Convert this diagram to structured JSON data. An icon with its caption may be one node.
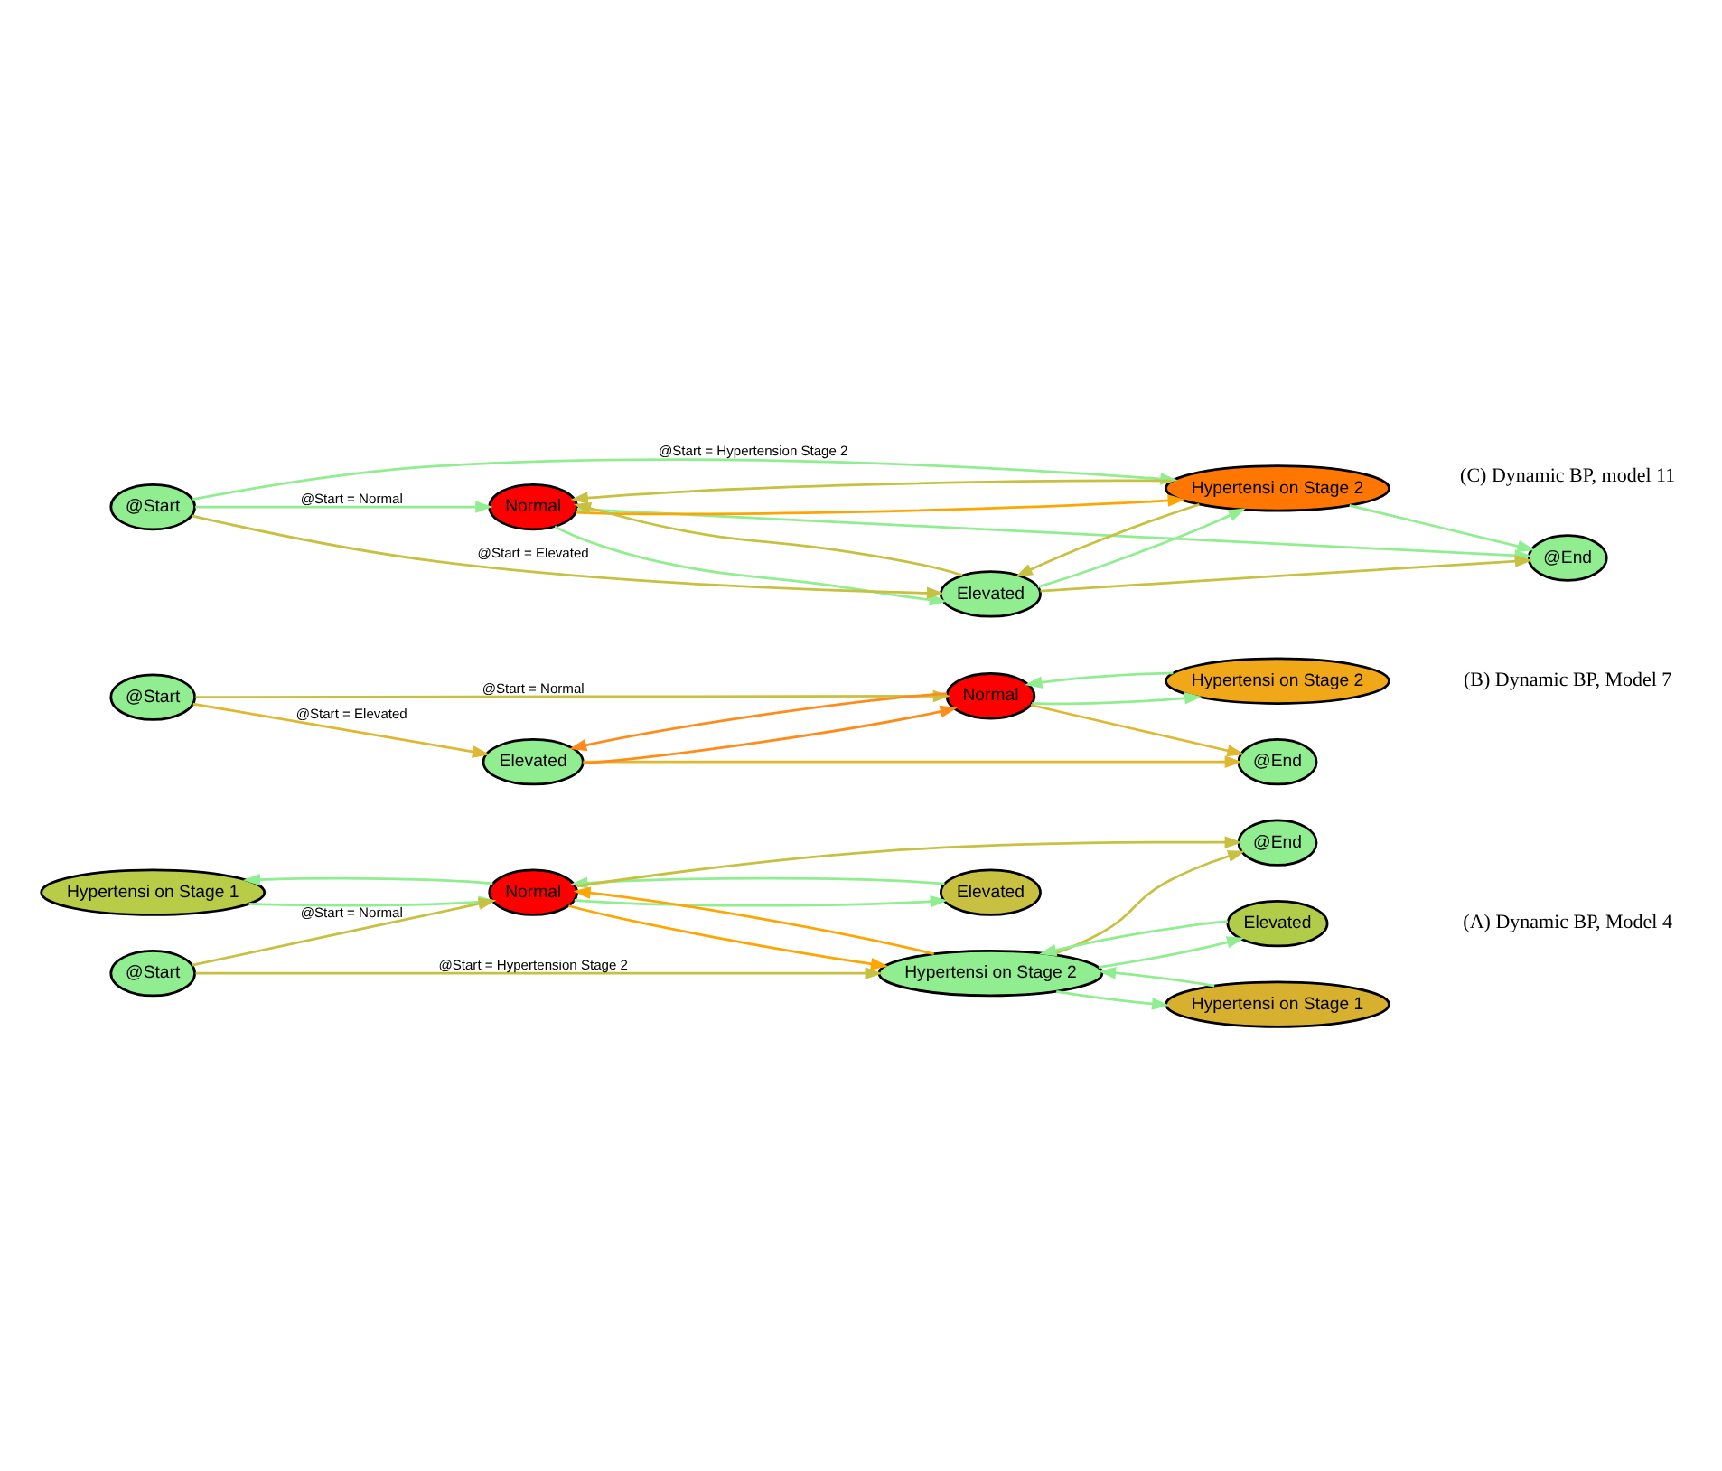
{
  "diagram": {
    "nodes": [
      {
        "text": [
          "Hypertensi on Stage 1"
        ]
      },
      {
        "text": [
          "Elevated"
        ]
      },
      {
        "text": [
          "Normal"
        ]
      },
      {
        "text": [
          "@Start"
        ]
      },
      {
        "text": [
          "@End"
        ]
      },
      {
        "text": [
          "Hypertensi on Stage 2"
        ]
      },
      {
        "text": [
          "Hypertensi on Stage 1"
        ]
      },
      {
        "text": [
          "Elevated"
        ]
      },
      {
        "text": [
          "Elevated"
        ]
      },
      {
        "text": [
          "@Start"
        ]
      },
      {
        "text": [
          "@End"
        ]
      },
      {
        "text": [
          "Normal"
        ]
      },
      {
        "text": [
          "Hypertensi on Stage 2"
        ]
      },
      {
        "text": [
          "Normal"
        ]
      },
      {
        "text": [
          "@Start"
        ]
      },
      {
        "text": [
          "Elevated"
        ]
      },
      {
        "text": [
          "@End"
        ]
      },
      {
        "text": [
          "Hypertensi on Stage 2"
        ]
      }
    ],
    "edges": [
      {
        "from": 0,
        "to": 2,
        "arrow": "to"
      },
      {
        "from": 2,
        "to": 0,
        "arrow": "to"
      },
      {
        "from": 2,
        "to": 1,
        "arrow": "to"
      },
      {
        "from": 1,
        "to": 2,
        "arrow": "to"
      },
      {
        "from": 3,
        "to": 2,
        "arrow": "to",
        "label": "@Start = Normal",
        "color": "#c8c040"
      },
      {
        "from": 3,
        "to": 5,
        "arrow": "to",
        "label": "@Start = Hypertension Stage 2",
        "color": "#c8c040"
      },
      {
        "from": 2,
        "to": 5,
        "arrow": "to",
        "color": "#ffa500"
      },
      {
        "from": 5,
        "to": 2,
        "arrow": "to",
        "color": "#ffa500"
      },
      {
        "from": 2,
        "to": 4,
        "arrow": "to",
        "color": "#c8c040"
      },
      {
        "from": 5,
        "to": 4,
        "arrow": "to",
        "color": "#c8c040"
      },
      {
        "from": 5,
        "to": 6,
        "arrow": "to"
      },
      {
        "from": 6,
        "to": 5,
        "arrow": "to"
      },
      {
        "from": 5,
        "to": 7,
        "arrow": "to"
      },
      {
        "from": 7,
        "to": 5,
        "arrow": "to"
      },
      {
        "from": 9,
        "to": 8,
        "arrow": "to",
        "label": "@Start = Elevated",
        "color": "#e0b830"
      },
      {
        "from": 9,
        "to": 11,
        "arrow": "to",
        "label": "@Start = Normal",
        "color": "#c8c040"
      },
      {
        "from": 8,
        "to": 10,
        "arrow": "to",
        "color": "#e0b830"
      },
      {
        "from": 11,
        "to": 10,
        "arrow": "to",
        "color": "#e0b830"
      },
      {
        "from": 11,
        "to": 8,
        "arrow": "to",
        "color": "#ff8c1a"
      },
      {
        "from": 8,
        "to": 11,
        "arrow": "to",
        "color": "#ff8c1a"
      },
      {
        "from": 12,
        "to": 11,
        "arrow": "to"
      },
      {
        "from": 11,
        "to": 12,
        "arrow": "to"
      },
      {
        "from": 14,
        "to": 13,
        "arrow": "to",
        "label": "@Start = Normal"
      },
      {
        "from": 14,
        "to": 15,
        "arrow": "to",
        "label": "@Start = Elevated",
        "color": "#c8c040"
      },
      {
        "from": 14,
        "to": 17,
        "arrow": "to",
        "label": "@Start = Hypertension Stage 2"
      },
      {
        "from": 13,
        "to": 17,
        "arrow": "to",
        "color": "#ffa500"
      },
      {
        "from": 17,
        "to": 13,
        "arrow": "to",
        "color": "#c8c040"
      },
      {
        "from": 13,
        "to": 15,
        "arrow": "to"
      },
      {
        "from": 15,
        "to": 13,
        "arrow": "to",
        "color": "#c8c040"
      },
      {
        "from": 13,
        "to": 16,
        "arrow": "to"
      },
      {
        "from": 15,
        "to": 16,
        "arrow": "to",
        "color": "#c8c040"
      },
      {
        "from": 15,
        "to": 17,
        "arrow": "to"
      },
      {
        "from": 17,
        "to": 15,
        "arrow": "to",
        "color": "#c8c040"
      },
      {
        "from": 17,
        "to": 16,
        "arrow": "to"
      }
    ],
    "labels": [
      "(A) Dynamic BP, Model 4",
      "(B) Dynamic BP, Model 7",
      "(C) Dynamic BP, model 11"
    ]
  }
}
